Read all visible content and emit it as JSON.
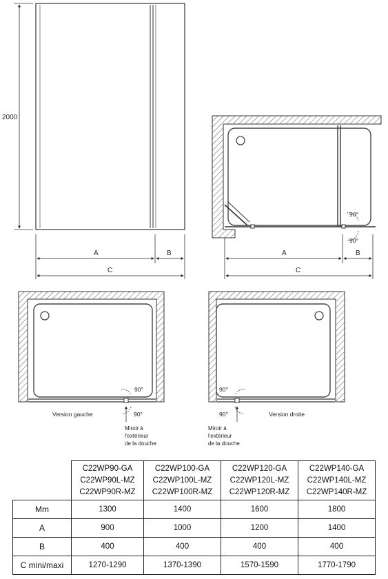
{
  "drawing": {
    "height_label": "2000",
    "front_view": {
      "dim_a": "A",
      "dim_b": "B",
      "dim_c": "C"
    },
    "plan_view": {
      "angle_top": "90°",
      "angle_bottom": "90°",
      "dim_a": "A",
      "dim_b": "B",
      "dim_c": "C"
    },
    "left_version": {
      "angle_top": "90°",
      "angle_bottom": "90°",
      "caption": "Version gauche",
      "note_lines": [
        "Miroir à",
        "l'extérieur",
        "de la douche"
      ]
    },
    "right_version": {
      "angle_top": "90°",
      "angle_bottom": "90°",
      "caption": "Version droite",
      "note_lines": [
        "Miroir à",
        "l'extérieur",
        "de la douche"
      ]
    }
  },
  "table": {
    "models": [
      [
        "C22WP90-GA",
        "C22WP90L-MZ",
        "C22WP90R-MZ"
      ],
      [
        "C22WP100-GA",
        "C22WP100L-MZ",
        "C22WP100R-MZ"
      ],
      [
        "C22WP120-GA",
        "C22WP120L-MZ",
        "C22WP120R-MZ"
      ],
      [
        "C22WP140-GA",
        "C22WP140L-MZ",
        "C22WP140R-MZ"
      ]
    ],
    "rows": [
      {
        "label": "Mm",
        "values": [
          "1300",
          "1400",
          "1600",
          "1800"
        ]
      },
      {
        "label": "A",
        "values": [
          "900",
          "1000",
          "1200",
          "1400"
        ]
      },
      {
        "label": "B",
        "values": [
          "400",
          "400",
          "400",
          "400"
        ]
      },
      {
        "label": "C mini/maxi",
        "values": [
          "1270-1290",
          "1370-1390",
          "1570-1590",
          "1770-1790"
        ]
      }
    ]
  }
}
